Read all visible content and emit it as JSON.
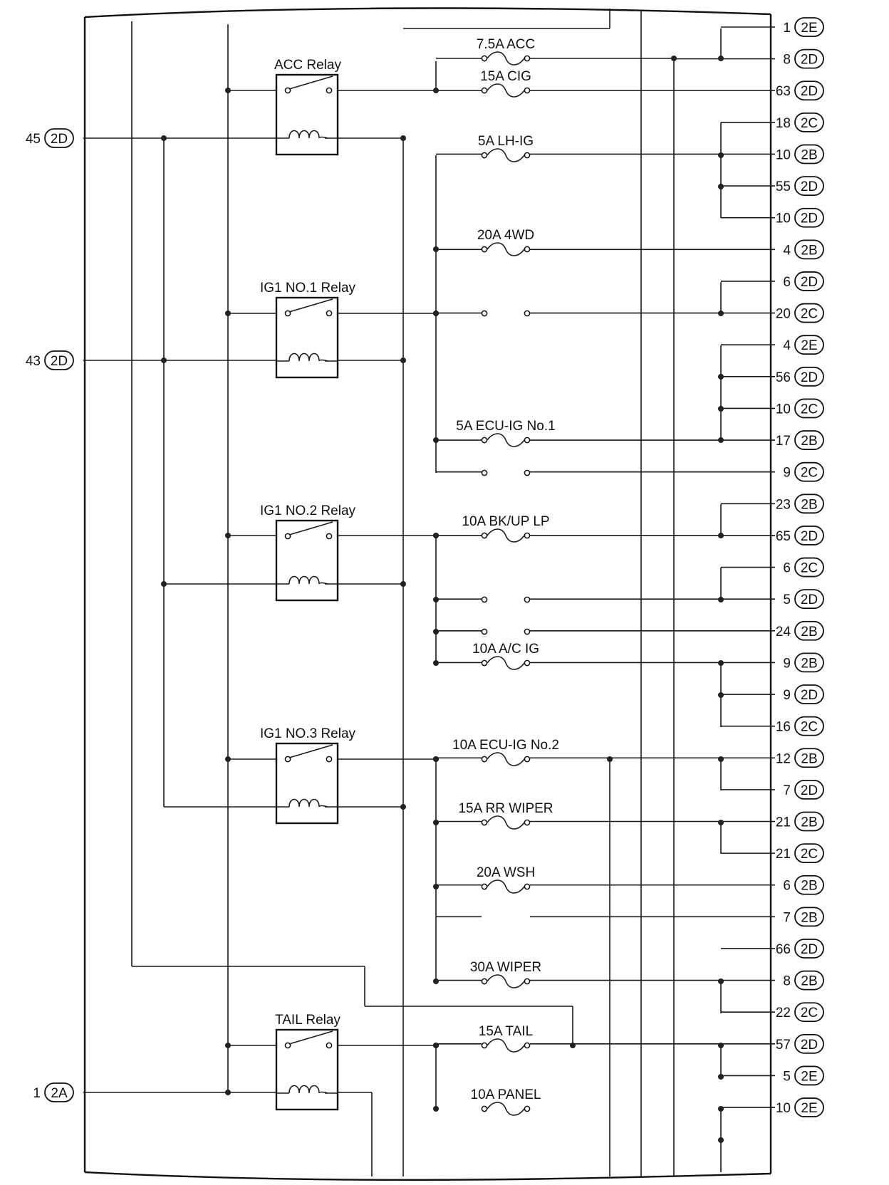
{
  "relays": [
    {
      "label": "ACC Relay"
    },
    {
      "label": "IG1 NO.1 Relay"
    },
    {
      "label": "IG1 NO.2 Relay"
    },
    {
      "label": "IG1 NO.3 Relay"
    },
    {
      "label": "TAIL Relay"
    }
  ],
  "fuses": [
    {
      "label": "7.5A ACC"
    },
    {
      "label": "15A CIG"
    },
    {
      "label": "5A LH-IG"
    },
    {
      "label": "20A 4WD"
    },
    {
      "label": "5A ECU-IG No.1"
    },
    {
      "label": "10A BK/UP LP"
    },
    {
      "label": "10A A/C IG"
    },
    {
      "label": "10A ECU-IG No.2"
    },
    {
      "label": "15A RR WIPER"
    },
    {
      "label": "20A WSH"
    },
    {
      "label": "30A WIPER"
    },
    {
      "label": "15A TAIL"
    },
    {
      "label": "10A PANEL"
    }
  ],
  "left_terminals": [
    {
      "pin": "45",
      "conn": "2D"
    },
    {
      "pin": "43",
      "conn": "2D"
    },
    {
      "pin": "1",
      "conn": "2A"
    }
  ],
  "right_terminals": [
    {
      "pin": "1",
      "conn": "2E"
    },
    {
      "pin": "8",
      "conn": "2D"
    },
    {
      "pin": "63",
      "conn": "2D"
    },
    {
      "pin": "18",
      "conn": "2C"
    },
    {
      "pin": "10",
      "conn": "2B"
    },
    {
      "pin": "55",
      "conn": "2D"
    },
    {
      "pin": "10",
      "conn": "2D"
    },
    {
      "pin": "4",
      "conn": "2B"
    },
    {
      "pin": "6",
      "conn": "2D"
    },
    {
      "pin": "20",
      "conn": "2C"
    },
    {
      "pin": "4",
      "conn": "2E"
    },
    {
      "pin": "56",
      "conn": "2D"
    },
    {
      "pin": "10",
      "conn": "2C"
    },
    {
      "pin": "17",
      "conn": "2B"
    },
    {
      "pin": "9",
      "conn": "2C"
    },
    {
      "pin": "23",
      "conn": "2B"
    },
    {
      "pin": "65",
      "conn": "2D"
    },
    {
      "pin": "6",
      "conn": "2C"
    },
    {
      "pin": "5",
      "conn": "2D"
    },
    {
      "pin": "24",
      "conn": "2B"
    },
    {
      "pin": "9",
      "conn": "2B"
    },
    {
      "pin": "9",
      "conn": "2D"
    },
    {
      "pin": "16",
      "conn": "2C"
    },
    {
      "pin": "12",
      "conn": "2B"
    },
    {
      "pin": "7",
      "conn": "2D"
    },
    {
      "pin": "21",
      "conn": "2B"
    },
    {
      "pin": "21",
      "conn": "2C"
    },
    {
      "pin": "6",
      "conn": "2B"
    },
    {
      "pin": "7",
      "conn": "2B"
    },
    {
      "pin": "66",
      "conn": "2D"
    },
    {
      "pin": "8",
      "conn": "2B"
    },
    {
      "pin": "22",
      "conn": "2C"
    },
    {
      "pin": "57",
      "conn": "2D"
    },
    {
      "pin": "5",
      "conn": "2E"
    },
    {
      "pin": "10",
      "conn": "2E"
    }
  ]
}
